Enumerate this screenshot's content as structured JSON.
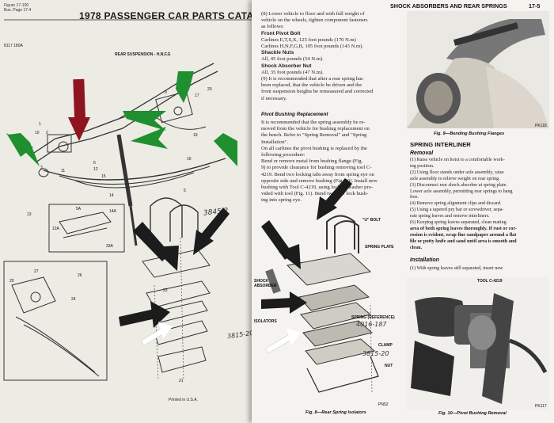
{
  "left_page": {
    "figure_ref": "Figure 17-100",
    "bus_ref": "Bus. Page 17-4",
    "catalog_title": "1978 PASSENGER CAR PARTS CATALOG",
    "part_ref": "8117 180A",
    "diagram_title": "REAR SUSPENSION - H,N,F,G",
    "printed": "Printed in U.S.A.",
    "handwritten_1": "3845 2",
    "handwritten_2": "3815-20",
    "callouts": [
      "1",
      "2",
      "3",
      "5",
      "6",
      "8",
      "9",
      "10",
      "11",
      "12",
      "13",
      "14",
      "14A",
      "15",
      "16",
      "17",
      "19",
      "20",
      "21",
      "22",
      "23",
      "24",
      "25",
      "26",
      "27",
      "5A",
      "12A",
      "33A"
    ]
  },
  "right_page": {
    "header_title": "SHOCK ABSORBERS AND REAR SPRINGS",
    "page_number": "17-5",
    "para8_lines": [
      "(8) Lower vehicle to floor and with full weight of",
      "vehicle on the wheels, tighten component fasteners",
      "as follows:"
    ],
    "front_pivot_label": "Front Pivot Bolt",
    "front_pivot_lines": [
      "Carlines E,T,S,X, 125 foot pounds (170 N.m)",
      "Carlines H,N,F,G,B, 105 foot pounds (143 N.m)."
    ],
    "shackle_label": "Shackle Nuts",
    "shackle_line": "All, 45 foot pounds (54 N.m).",
    "shock_nut_label": "Shock Absorber Nut",
    "shock_nut_line": "All, 35 foot pounds (47 N.m).",
    "para9_lines": [
      "(9) It is recommended that after a rear spring has",
      "been replaced, that the vehicle be driven and the",
      "front suspension heights be remeasured and corrected",
      "if necessary."
    ],
    "pivot_heading": "Pivot Bushing Replacement",
    "pivot_lines": [
      "It is recommended that the spring assembly be re-",
      "moved from the vehicle for bushing replacement on",
      "the bench. Refer to \"Spring Removal\" and \"Spring",
      "Installation\".",
      "On all carlines the pivot bushing is replaced by the",
      "following procedure:",
      "Bend or remove metal from bushing flange (Fig.",
      "9) to provide clearance for bushing removing tool C-",
      "4219. Bend two locking tabs away from spring eye on",
      "opposite side and remove bushing (Fig. 10). Install new",
      "bushing with Tool C-4219, using locking washer pro-",
      "vided with tool (Fig. 11). Bend two new lock bush-",
      "ing into spring eye."
    ],
    "fig9_code": "PK118",
    "fig9_caption": "Fig. 9—Bending Bushing Flanges",
    "interliner_heading": "SPRING INTERLINER",
    "removal_heading": "Removal",
    "removal_lines": [
      "(1) Raise vehicle on hoist to a comfortable work-",
      "ing position.",
      "(2) Using floor stands under axle assembly, raise",
      "axle assembly to relieve weight on rear spring.",
      "(3) Disconnect rear shock absorber at spring plate.",
      "Lower axle assembly, permitting rear springs to hang",
      "free.",
      "(4) Remove spring alignment clips and discard.",
      "(5) Using a tapered pry bar or screwdriver, sepa-",
      "rate spring leaves and remove interliners.",
      "(6) Keeping spring leaves separated, clean mating",
      "area of both spring leaves thoroughly. If rust or cor-",
      "rosion is evident, wrap fine sandpaper around a flat",
      "file or putty knife and sand until area is smooth and",
      "clean."
    ],
    "installation_heading": "Installation",
    "installation_line": "(1) With spring leaves still separated, insert new",
    "fig8_labels": {
      "u_bolt": "\"U\" BOLT",
      "spring_plate": "SPRING PLATE",
      "shock_absorber": "SHOCK ABSORBER",
      "isolators": "ISOLATORS",
      "spring_ref": "SPRING (REFERENCE)",
      "clamp": "CLAMP",
      "nut": "NUT",
      "code": "PN52"
    },
    "fig8_handwritten_1": "4016-187",
    "fig8_handwritten_2": "3815-20",
    "fig8_caption": "Fig. 8—Rear Spring Isolators",
    "tool_label": "TOOL C-4219",
    "fig10_code": "PK117",
    "fig10_caption": "Fig. 10—Pivot Bushing Removal"
  },
  "colors": {
    "arrow_black": "#1c1c1c",
    "arrow_green": "#1f8f2f",
    "arrow_red": "#8f1422",
    "arrow_white": "#ffffff"
  }
}
